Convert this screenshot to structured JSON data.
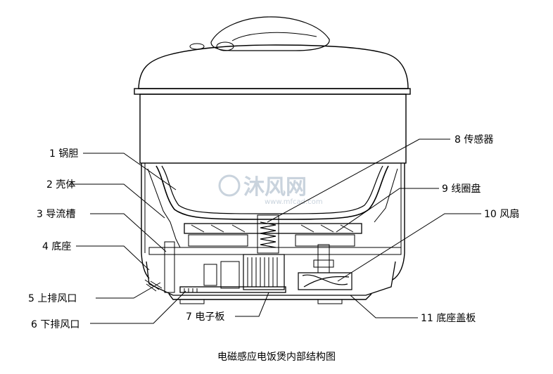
{
  "caption": "电磁感应电饭煲内部结构图",
  "watermark": {
    "text": "沐风网",
    "url": "www.mfcad.com"
  },
  "labels": [
    {
      "id": "1",
      "text": "1  锅胆"
    },
    {
      "id": "2",
      "text": "2  壳体"
    },
    {
      "id": "3",
      "text": "3  导流槽"
    },
    {
      "id": "4",
      "text": "4  底座"
    },
    {
      "id": "5",
      "text": "5  上排风口"
    },
    {
      "id": "6",
      "text": "6 下排风口"
    },
    {
      "id": "7",
      "text": "7  电子板"
    },
    {
      "id": "8",
      "text": "8 传感器"
    },
    {
      "id": "9",
      "text": "9 线圈盘"
    },
    {
      "id": "10",
      "text": "10 风扇"
    },
    {
      "id": "11",
      "text": "11  底座盖板"
    }
  ]
}
